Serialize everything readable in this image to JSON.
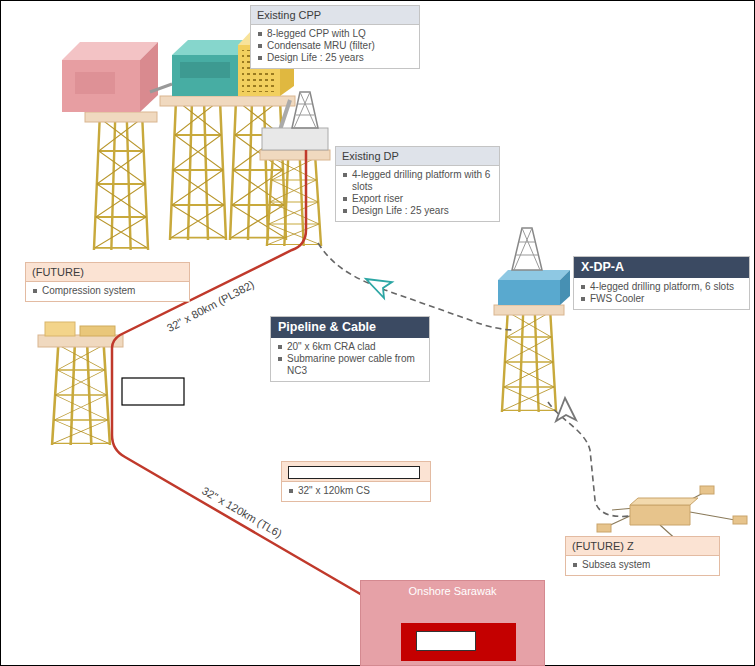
{
  "diagram": {
    "nodes": [
      {
        "text": [
          "Existing CPP",
          "8-legged CPP with LQ",
          "Condensate MRU (filter)",
          "Design Life : 25 years"
        ]
      },
      {
        "text": [
          "Existing DP",
          "4-legged drilling platform with 6 slots",
          "Export riser",
          "Design Life : 25 years"
        ]
      },
      {
        "text": [
          "(FUTURE)",
          "Compression system"
        ]
      },
      {
        "text": [
          "X-DP-A",
          "4-legged drilling platform, 6 slots",
          "FWS Cooler"
        ]
      },
      {
        "text": [
          "Pipeline & Cable",
          "20\" x 6km CRA clad",
          "Submarine power cable from NC3"
        ]
      },
      {
        "text": [
          "32\" x 120km CS"
        ]
      },
      {
        "text": [
          "(FUTURE) Z",
          "Subsea system"
        ]
      },
      {
        "text": [
          "Onshore Sarawak"
        ]
      }
    ],
    "labels": [
      "32\" x 80km (PL382)",
      "32\" x 120km (TL6)"
    ]
  }
}
